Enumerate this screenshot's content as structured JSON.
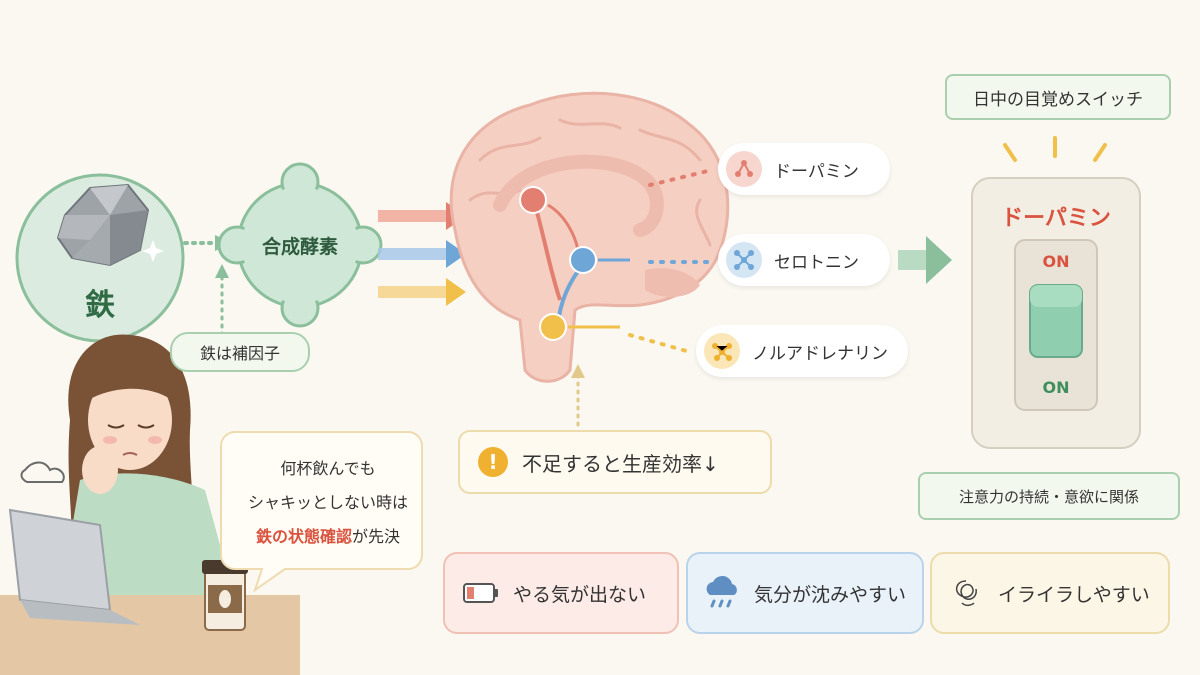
{
  "iron": {
    "label": "鉄"
  },
  "enzyme": {
    "label": "合成酵素"
  },
  "cofactor": {
    "label": "鉄は補因子"
  },
  "neurotransmitters": [
    {
      "label": "ドーパミン",
      "color": "#e37f70"
    },
    {
      "label": "セロトニン",
      "color": "#6ea6d8"
    },
    {
      "label": "ノルアドレナリン",
      "color": "#f0c04a"
    }
  ],
  "warning": {
    "icon": "exclamation-icon",
    "text": "不足すると生産効率↓"
  },
  "speech": {
    "line1": "何杯飲んでも",
    "line2": "シャキッとしない時は",
    "highlight": "鉄の状態確認",
    "line3_rest": "が先決"
  },
  "switch_panel": {
    "top_label": "日中の目覚めスイッチ",
    "title": "ドーパミン",
    "on_top": "ON",
    "on_bottom": "ON",
    "bottom_label": "注意力の持続・意欲に関係"
  },
  "symptoms": [
    {
      "text": "やる気が出ない",
      "icon": "low-battery-icon",
      "bg": "#fcebe6",
      "border": "#f1c1b6"
    },
    {
      "text": "気分が沈みやすい",
      "icon": "rain-cloud-icon",
      "bg": "#eaf2f9",
      "border": "#b9d3ea"
    },
    {
      "text": "イライラしやすい",
      "icon": "scribble-icon",
      "bg": "#fcf6e6",
      "border": "#ecdcab"
    }
  ],
  "colors": {
    "green": "#7fbf98",
    "red": "#e37f70",
    "blue": "#6ea6d8",
    "yellow": "#f0c04a"
  }
}
